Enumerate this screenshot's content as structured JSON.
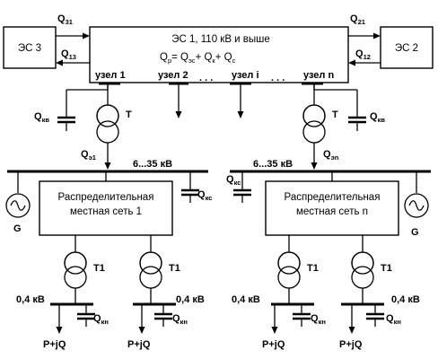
{
  "systems": {
    "es3": "ЭС 3",
    "es2": "ЭС 2",
    "main_title": "ЭС 1, 110  кВ и выше",
    "balance": {
      "q": "Q",
      "p": "р",
      "eq": "= Q",
      "es": "эс",
      "plus1": "+  Q",
      "k": "к",
      "plus2": "+ Q",
      "c": "с"
    }
  },
  "flows": {
    "q31": {
      "q": "Q",
      "sub": "31"
    },
    "q13": {
      "q": "Q",
      "sub": "13"
    },
    "q21": {
      "q": "Q",
      "sub": "21"
    },
    "q12": {
      "q": "Q",
      "sub": "12"
    }
  },
  "nodes": {
    "n1": "узел 1",
    "n2": "узел 2",
    "ni": "узел i",
    "nn": "узел n",
    "dots1": ". . .",
    "dots2": ". . ."
  },
  "labels": {
    "q": "Q",
    "kv": "кв",
    "ks": "кс",
    "kn": "кн",
    "e1": "э1",
    "en": "эn",
    "T": "Т",
    "T1": "Т1",
    "G": "G",
    "voltage_mid": "6...35 кВ",
    "voltage_low": "0,4 кВ",
    "load": "P+jQ"
  },
  "networks": {
    "left": [
      "Распределительная",
      "местная сеть 1"
    ],
    "right": [
      "Распределительная",
      "местная сеть  n"
    ]
  }
}
